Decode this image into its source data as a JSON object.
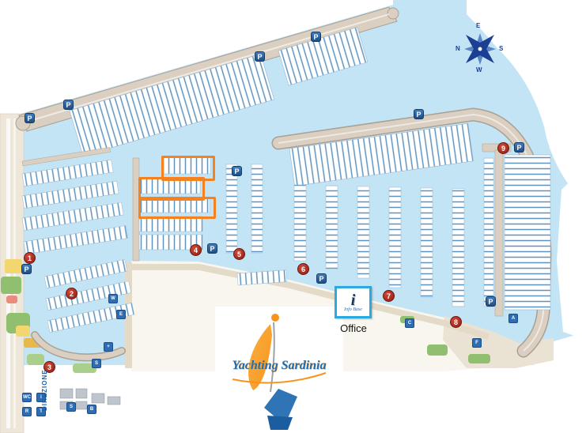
{
  "logo": {
    "text": "Yachting Sardinia"
  },
  "office": {
    "label": "Office",
    "icon_glyph": "i",
    "icon_caption": "Info Base"
  },
  "direzione": "DIREZIONE",
  "parking_label": "P",
  "pier_numbers": [
    "1",
    "2",
    "3",
    "4",
    "5",
    "6",
    "7",
    "8",
    "9"
  ],
  "compass": {
    "n": "N",
    "e": "E",
    "s": "S",
    "w": "W"
  },
  "service_icons": [
    {
      "name": "water-tap-icon",
      "glyph": "W"
    },
    {
      "name": "electricity-icon",
      "glyph": "E"
    },
    {
      "name": "first-aid-icon",
      "glyph": "+"
    },
    {
      "name": "shower-icon",
      "glyph": "S"
    },
    {
      "name": "wc-icon",
      "glyph": "WC"
    },
    {
      "name": "info-point-icon",
      "glyph": "i"
    },
    {
      "name": "restaurant-icon",
      "glyph": "R"
    },
    {
      "name": "phone-icon",
      "glyph": "T"
    },
    {
      "name": "shop-icon",
      "glyph": "S"
    },
    {
      "name": "bar-icon",
      "glyph": "B"
    },
    {
      "name": "crane-icon",
      "glyph": "C"
    },
    {
      "name": "fuel-icon",
      "glyph": "F"
    },
    {
      "name": "anchor-icon",
      "glyph": "A"
    }
  ],
  "colors": {
    "water": "#C2E4F4",
    "breakwater": "#DACFC0",
    "berth_tick": "#5E93BF",
    "pier_marker_red": "#B03226",
    "parking_blue": "#2E6DB4",
    "highlight_orange": "#F5821F",
    "office_border": "#29ABE2",
    "logo_orange": "#F7941E",
    "logo_blue": "#1F6FB5"
  }
}
